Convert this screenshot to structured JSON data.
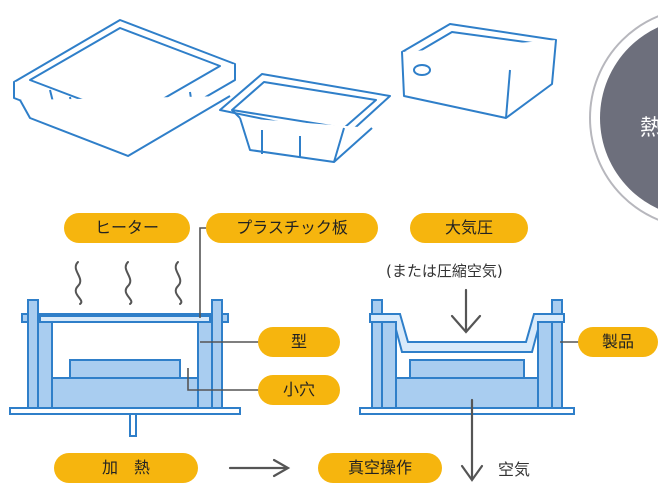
{
  "labels": {
    "heater": "ヒーター",
    "plastic_sheet": "プラスチック板",
    "atmospheric_pressure": "大気圧",
    "compressed_air_note": "(または圧縮空気)",
    "mold": "型",
    "product": "製品",
    "small_hole": "小穴",
    "heating": "加　熱",
    "vacuum_operation": "真空操作",
    "air": "空気",
    "circle_partial": "熱"
  },
  "colors": {
    "label_bg": "#f6b50e",
    "mold_fill": "#a9cdf0",
    "mold_stroke": "#2f7fc9",
    "circle_fill": "#6d6f7c",
    "line": "#555555"
  }
}
